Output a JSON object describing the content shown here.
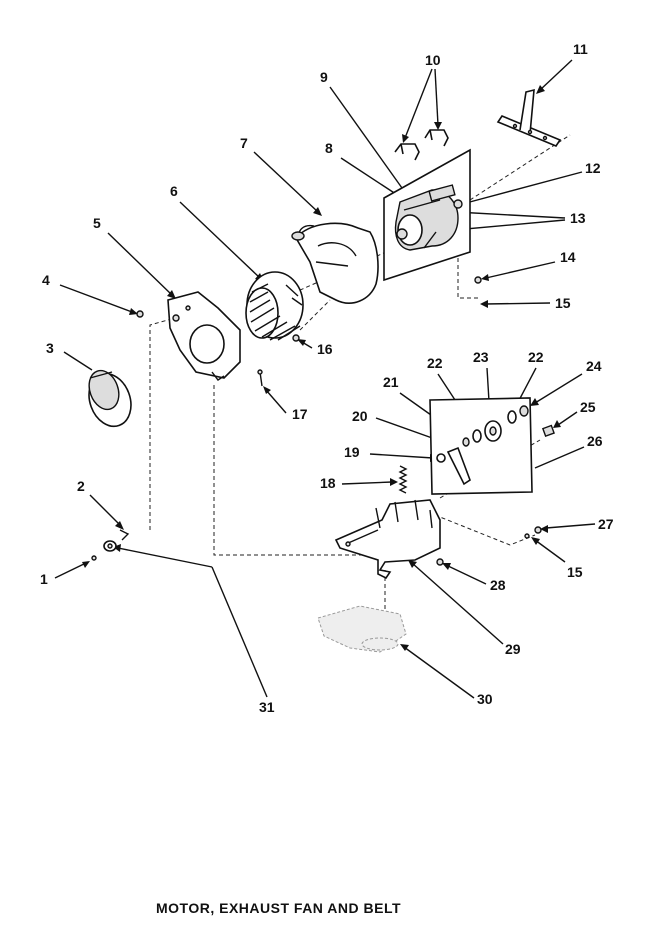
{
  "title": "MOTOR, EXHAUST FAN AND BELT",
  "callouts": {
    "c1": "1",
    "c2": "2",
    "c3": "3",
    "c4": "4",
    "c5": "5",
    "c6": "6",
    "c7": "7",
    "c8": "8",
    "c9": "9",
    "c10": "10",
    "c11": "11",
    "c12": "12",
    "c13": "13",
    "c14": "14",
    "c15a": "15",
    "c15b": "15",
    "c16": "16",
    "c17": "17",
    "c18": "18",
    "c19": "19",
    "c20": "20",
    "c21": "21",
    "c22a": "22",
    "c22b": "22",
    "c23": "23",
    "c24": "24",
    "c25": "25",
    "c26": "26",
    "c27": "27",
    "c28": "28",
    "c29": "29",
    "c30": "30",
    "c31": "31"
  }
}
